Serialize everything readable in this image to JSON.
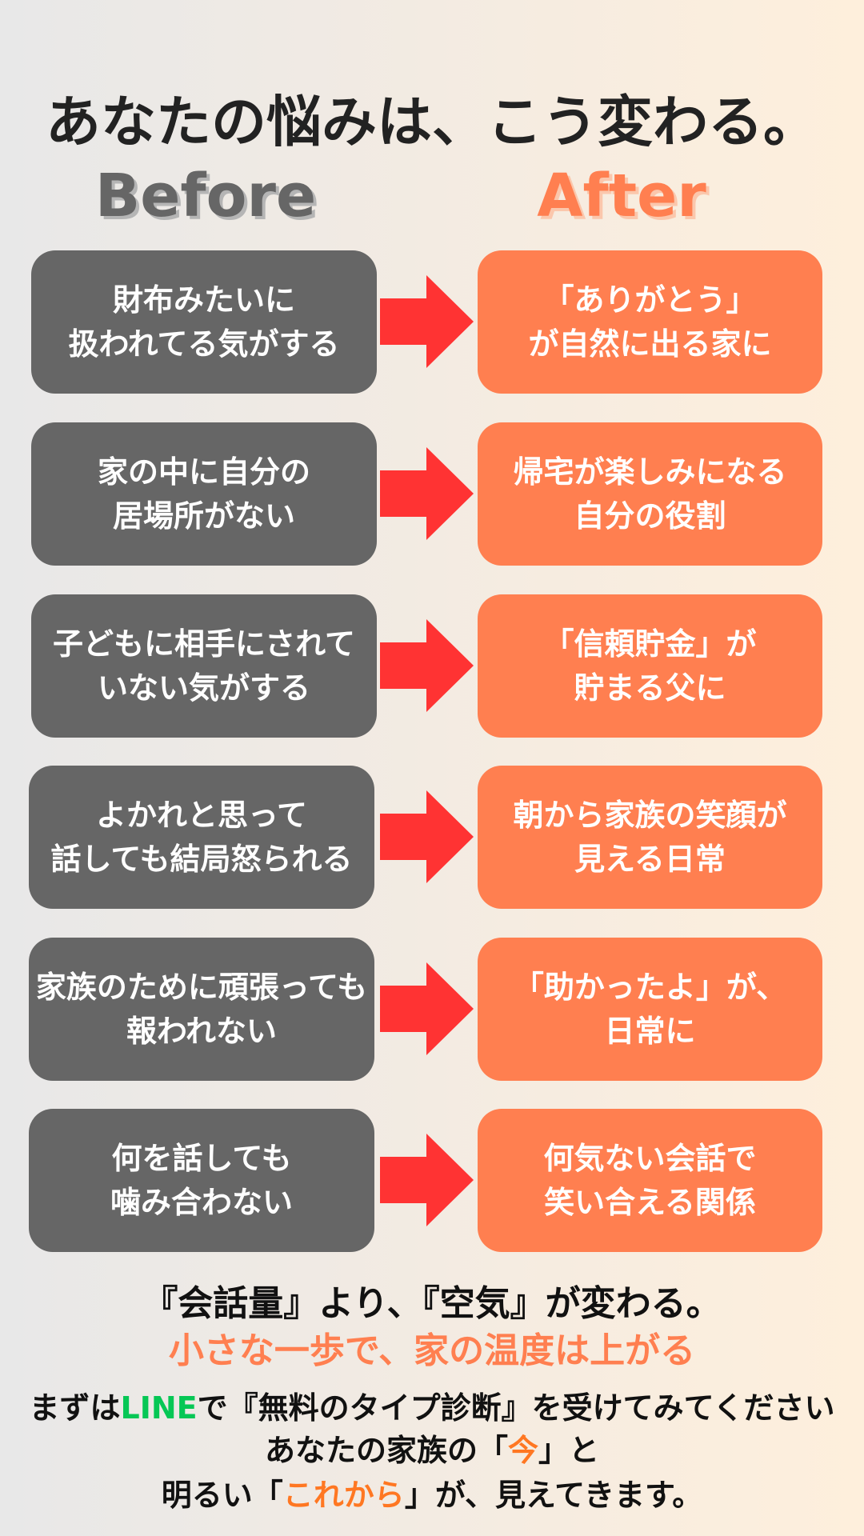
{
  "header": {
    "title": "あなたの悩みは、こう変わる。",
    "before_label": "Before",
    "after_label": "After"
  },
  "rows": [
    {
      "before": [
        "財布みたいに",
        "扱われてる気がする"
      ],
      "after": [
        "「ありがとう」",
        "が自然に出る家に"
      ]
    },
    {
      "before": [
        "家の中に自分の",
        "居場所がない"
      ],
      "after": [
        "帰宅が楽しみになる",
        "自分の役割"
      ]
    },
    {
      "before": [
        "子どもに相手にされて",
        "いない気がする"
      ],
      "after": [
        "「信頼貯金」が",
        "貯まる父に"
      ]
    },
    {
      "before": [
        "よかれと思って",
        "話しても結局怒られる"
      ],
      "after": [
        "朝から家族の笑顔が",
        "見える日常"
      ]
    },
    {
      "before": [
        "家族のために頑張っても",
        "報われない"
      ],
      "after": [
        "「助かったよ」が、",
        "日常に"
      ]
    },
    {
      "before": [
        "何を話しても",
        "噛み合わない"
      ],
      "after": [
        "何気ない会話で",
        "笑い合える関係"
      ]
    }
  ],
  "footer": {
    "line1": "『会話量』より、『空気』が変わる。",
    "line2": "小さな一歩で、家の温度は上がる",
    "cta": {
      "line1": {
        "pre": "まずは",
        "brand": "LINE",
        "post": "で『無料のタイプ診断』を受けてみてください"
      },
      "line2": {
        "pre": "あなたの家族の「",
        "highlight": "今",
        "post": "」と"
      },
      "line3": {
        "pre": "明るい「",
        "highlight": "これから",
        "post": "」が、見えてきます。"
      }
    }
  },
  "colors": {
    "title": "#222222",
    "gray": "#666666",
    "orange": "#FF7F50",
    "arrow": "#FF3333",
    "green": "#06C755",
    "highlight": "#FF7722"
  }
}
